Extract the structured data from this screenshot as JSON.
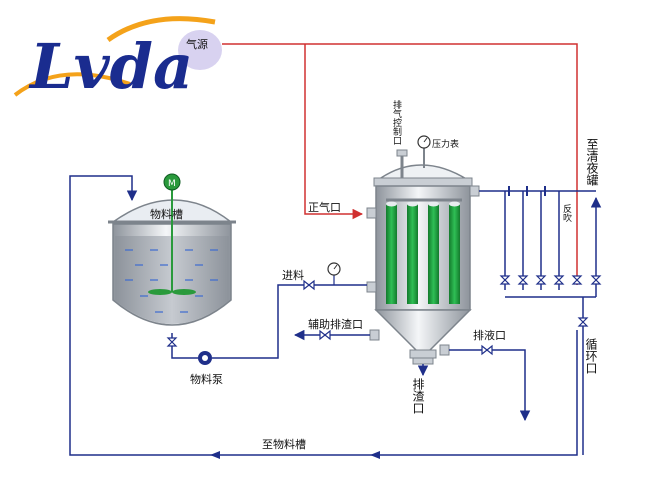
{
  "logo": {
    "brand": "Lvda",
    "tag": "气源",
    "colors": {
      "brand": "#1a2c8f",
      "accent": "#f4a21a",
      "badge": "#d8d2f0"
    }
  },
  "labels": {
    "air_source": "气源",
    "exhaust_control": "排气控制口",
    "pressure_gauge": "压力表",
    "positive_air_inlet": "正气口",
    "feed": "进料",
    "aux_slag_outlet": "辅助排渣口",
    "slag_outlet": "排渣口",
    "drain_outlet": "排液口",
    "backflush": "反吹",
    "to_clear_tank": "至清夜罐",
    "circulation": "循环口",
    "to_material_tank": "至物料槽",
    "material_tank": "物料槽",
    "material_pump": "物料泵",
    "motor": "M"
  },
  "colors": {
    "pipe_blue": "#1f2f8a",
    "pipe_red": "#d03030",
    "filter_green": "#1e9a3c",
    "vessel_gray": "#9aa0a8",
    "liquid": "#aab0b8"
  }
}
